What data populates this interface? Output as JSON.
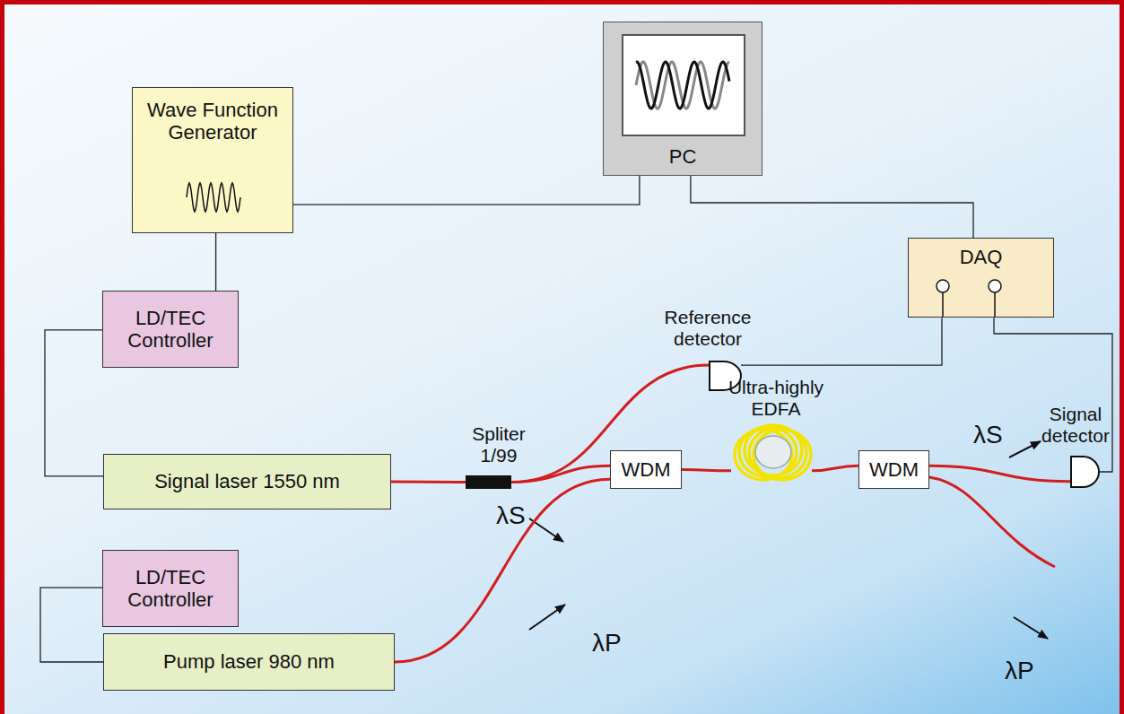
{
  "diagram": {
    "nodes": [
      {
        "text": [
          "PC"
        ]
      },
      {
        "text": [
          "Wave Function Generator"
        ]
      },
      {
        "text": [
          "DAQ"
        ]
      },
      {
        "text": [
          "Reference detector"
        ]
      },
      {
        "text": [
          "LD/TEC Controller"
        ]
      },
      {
        "text": [
          "Spliter 1/99"
        ]
      },
      {
        "text": [
          "Ultra-highly EDFA"
        ]
      },
      {
        "text": [
          "Signal laser 1550 nm"
        ]
      },
      {
        "text": [
          "WDM"
        ]
      },
      {
        "text": [
          "WDM"
        ]
      },
      {
        "text": [
          "Signal detector"
        ]
      },
      {
        "text": [
          "LD/TEC Controller"
        ]
      },
      {
        "text": [
          "Pump laser 980 nm"
        ]
      }
    ],
    "edges": [
      {
        "from": 1,
        "to": 0,
        "arrow": "none"
      },
      {
        "from": 0,
        "to": 2,
        "arrow": "none"
      },
      {
        "from": 1,
        "to": 4,
        "arrow": "none"
      },
      {
        "from": 4,
        "to": 7,
        "arrow": "none"
      },
      {
        "from": 11,
        "to": 12,
        "arrow": "none"
      },
      {
        "from": 7,
        "to": 5,
        "arrow": "none"
      },
      {
        "from": 5,
        "to": 3,
        "arrow": "none"
      },
      {
        "from": 5,
        "to": 8,
        "arrow": "none"
      },
      {
        "from": 12,
        "to": 8,
        "arrow": "none"
      },
      {
        "from": 8,
        "to": 6,
        "arrow": "none"
      },
      {
        "from": 6,
        "to": 9,
        "arrow": "none"
      },
      {
        "from": 9,
        "to": 10,
        "arrow": "none"
      },
      {
        "from": 3,
        "to": 2,
        "arrow": "none"
      },
      {
        "from": 10,
        "to": 2,
        "arrow": "none"
      }
    ],
    "labels": [
      "λS",
      "λP",
      "λS",
      "λP"
    ]
  }
}
